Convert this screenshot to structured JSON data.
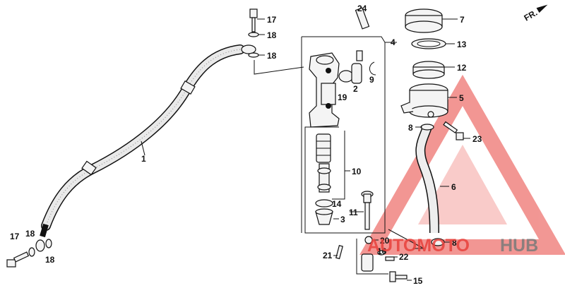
{
  "direction_marker": {
    "text": "FR."
  },
  "labels": [
    {
      "id": "l17a",
      "text": "17"
    },
    {
      "id": "l18a",
      "text": "18"
    },
    {
      "id": "l18b",
      "text": "18"
    },
    {
      "id": "l24",
      "text": "24"
    },
    {
      "id": "l4",
      "text": "4"
    },
    {
      "id": "l9",
      "text": "9"
    },
    {
      "id": "l2",
      "text": "2"
    },
    {
      "id": "l19",
      "text": "19"
    },
    {
      "id": "l7",
      "text": "7"
    },
    {
      "id": "l13",
      "text": "13"
    },
    {
      "id": "l12",
      "text": "12"
    },
    {
      "id": "l5",
      "text": "5"
    },
    {
      "id": "l8a",
      "text": "8"
    },
    {
      "id": "l23",
      "text": "23"
    },
    {
      "id": "l1",
      "text": "1"
    },
    {
      "id": "l10",
      "text": "10"
    },
    {
      "id": "l6",
      "text": "6"
    },
    {
      "id": "l14",
      "text": "14"
    },
    {
      "id": "l11",
      "text": "11"
    },
    {
      "id": "l3",
      "text": "3"
    },
    {
      "id": "l20",
      "text": "20"
    },
    {
      "id": "l8b",
      "text": "8"
    },
    {
      "id": "l16",
      "text": "16"
    },
    {
      "id": "l22",
      "text": "22"
    },
    {
      "id": "l21",
      "text": "21"
    },
    {
      "id": "l15",
      "text": "15"
    },
    {
      "id": "l17b",
      "text": "17"
    },
    {
      "id": "l18c",
      "text": "18"
    },
    {
      "id": "l18d",
      "text": "18"
    }
  ],
  "watermark": {
    "text_part1": "AUTOMOTO",
    "text_part2": "HUB",
    "color_primary": "#e8413c",
    "color_secondary": "#7a7a7a"
  }
}
